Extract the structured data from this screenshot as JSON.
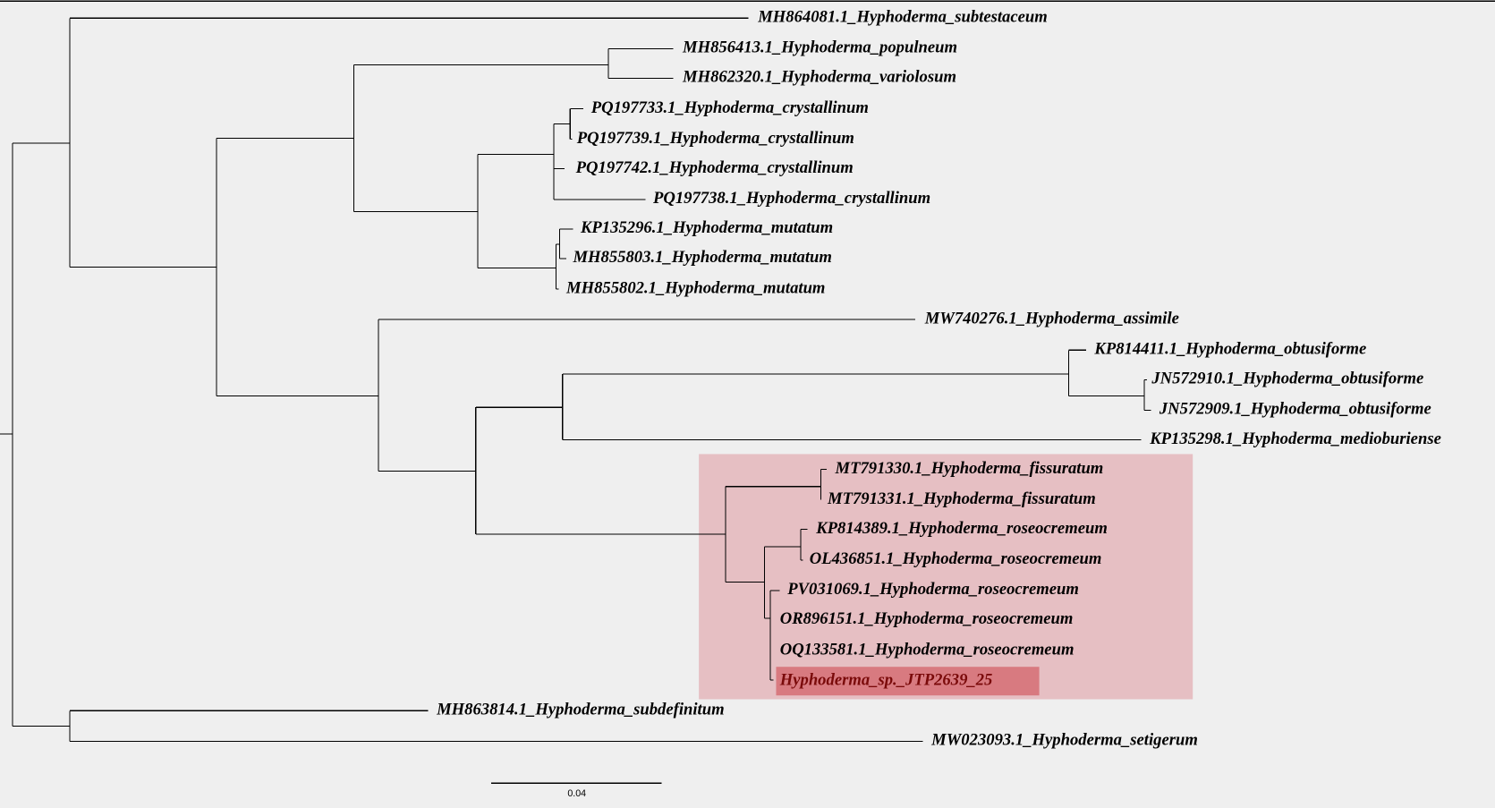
{
  "tree": {
    "tips": [
      "MH864081.1_Hyphoderma_subtestaceum",
      "MH856413.1_Hyphoderma_populneum",
      "MH862320.1_Hyphoderma_variolosum",
      "PQ197733.1_Hyphoderma_crystallinum",
      "PQ197739.1_Hyphoderma_crystallinum",
      "PQ197742.1_Hyphoderma_crystallinum",
      "PQ197738.1_Hyphoderma_crystallinum",
      "KP135296.1_Hyphoderma_mutatum",
      "MH855803.1_Hyphoderma_mutatum",
      "MH855802.1_Hyphoderma_mutatum",
      "MW740276.1_Hyphoderma_assimile",
      "KP814411.1_Hyphoderma_obtusiforme",
      "JN572910.1_Hyphoderma_obtusiforme",
      "JN572909.1_Hyphoderma_obtusiforme",
      "KP135298.1_Hyphoderma_medioburiense",
      "MT791330.1_Hyphoderma_fissuratum",
      "MT791331.1_Hyphoderma_fissuratum",
      "KP814389.1_Hyphoderma_roseocremeum",
      "OL436851.1_Hyphoderma_roseocremeum",
      "PV031069.1_Hyphoderma_roseocremeum",
      "OR896151.1_Hyphoderma_roseocremeum",
      "OQ133581.1_Hyphoderma_roseocremeum",
      "Hyphoderma_sp._JTP2639_25",
      "MH863814.1_Hyphoderma_subdefinitum",
      "MW023093.1_Hyphoderma_setigerum"
    ],
    "selected_tip": "Hyphoderma_sp._JTP2639_25",
    "scale_bar": "0.04",
    "colors": {
      "clade_highlight": "#e6bfc3",
      "tip_highlight": "#d87a80",
      "selected_text": "#7a0a0a"
    }
  }
}
